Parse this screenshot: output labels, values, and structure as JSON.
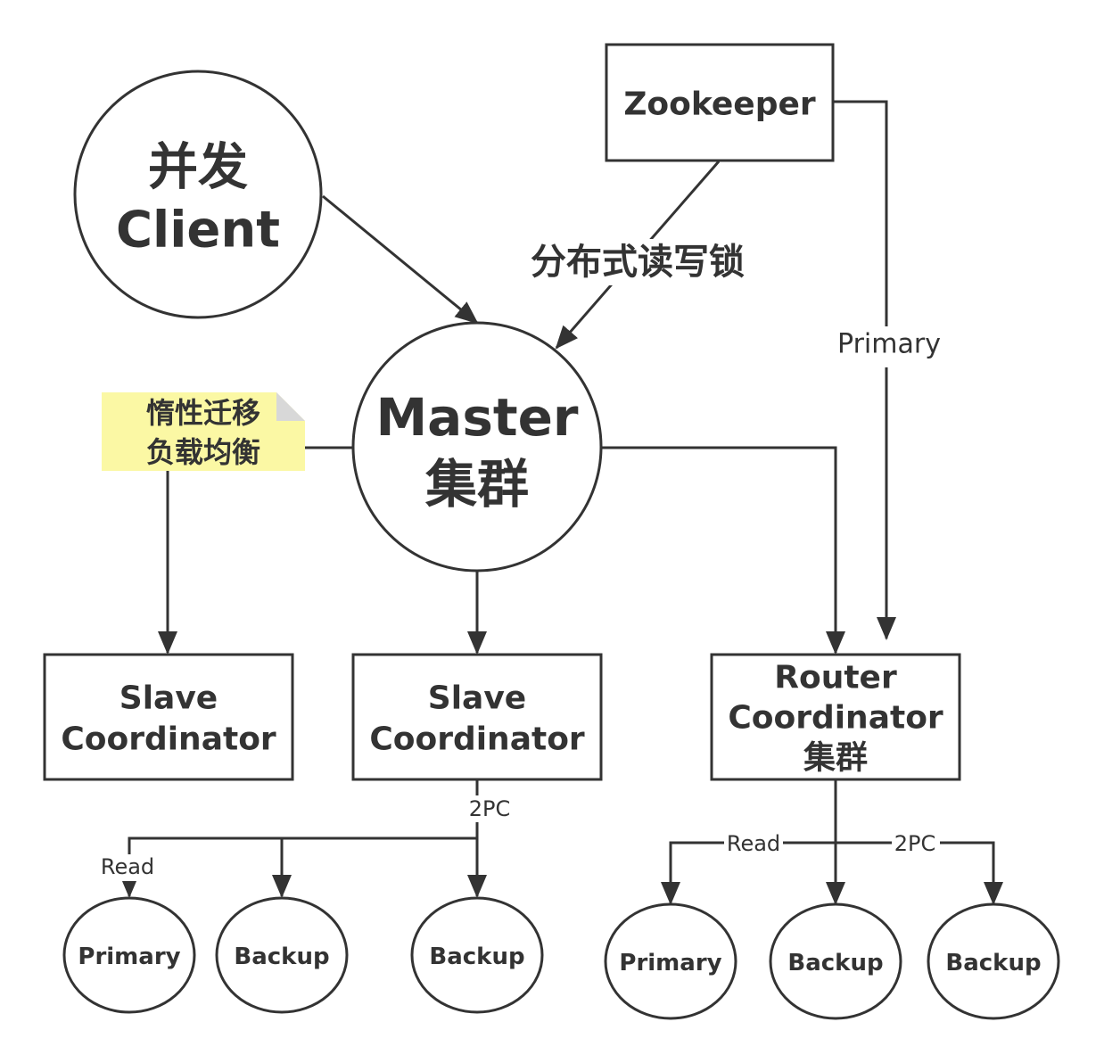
{
  "nodes": {
    "client": {
      "lines": [
        "并发",
        "Client"
      ]
    },
    "zookeeper": {
      "lines": [
        "Zookeeper"
      ]
    },
    "master": {
      "lines": [
        "Master",
        "集群"
      ]
    },
    "slave_left": {
      "lines": [
        "Slave",
        "Coordinator"
      ]
    },
    "slave_mid": {
      "lines": [
        "Slave",
        "Coordinator"
      ]
    },
    "router": {
      "lines": [
        "Router",
        "Coordinator",
        "集群"
      ]
    },
    "primary_1": {
      "lines": [
        "Primary"
      ]
    },
    "backup_1": {
      "lines": [
        "Backup"
      ]
    },
    "backup_2": {
      "lines": [
        "Backup"
      ]
    },
    "primary_2": {
      "lines": [
        "Primary"
      ]
    },
    "backup_3": {
      "lines": [
        "Backup"
      ]
    },
    "backup_4": {
      "lines": [
        "Backup"
      ]
    }
  },
  "note": {
    "lines": [
      "惰性迁移",
      "负载均衡"
    ],
    "color": "#fbf8a4"
  },
  "edge_labels": {
    "lock": "分布式读写锁",
    "primary": "Primary",
    "twopc_left": "2PC",
    "read_left": "Read",
    "read_right": "Read",
    "twopc_right": "2PC"
  },
  "colors": {
    "stroke": "#333333",
    "text": "#333333",
    "note_fill": "#fbf8a4",
    "note_fold": "#d8d8d8"
  }
}
